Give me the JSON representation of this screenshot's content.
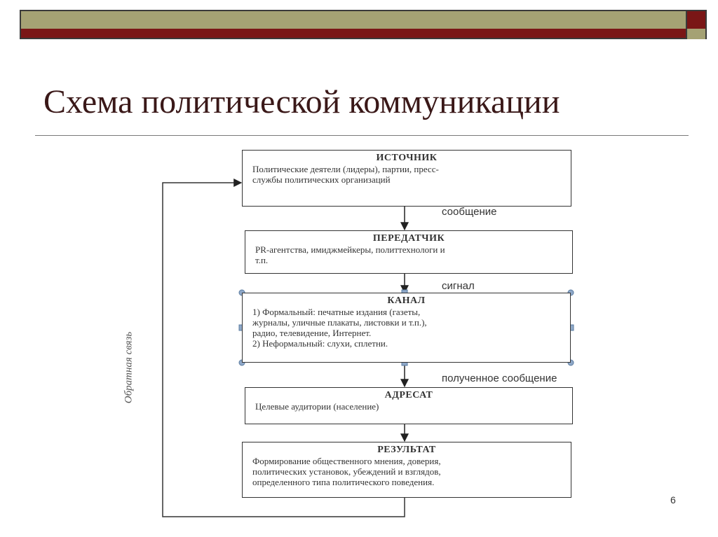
{
  "slide": {
    "title": "Схема политической коммуникации",
    "page_number": "6"
  },
  "diagram": {
    "nodes": [
      {
        "id": "source",
        "title": "ИСТОЧНИК",
        "lines": [
          "Политические деятели (лидеры), партии, пресс-",
          "службы политических организаций"
        ]
      },
      {
        "id": "transmitter",
        "title": "ПЕРЕДАТЧИК",
        "lines": [
          "PR-агентства, имиджмейкеры, политтехнологи и",
          "т.п."
        ]
      },
      {
        "id": "channel",
        "title": "КАНАЛ",
        "lines": [
          "1) Формальный: печатные издания (газеты,",
          "журналы, уличные плакаты, листовки и т.п.),",
          "радио, телевидение, Интернет.",
          "2) Неформальный: слухи, сплетни."
        ]
      },
      {
        "id": "addressee",
        "title": "АДРЕСАТ",
        "lines": [
          "Целевые аудитории (население)"
        ]
      },
      {
        "id": "result",
        "title": "РЕЗУЛЬТАТ",
        "lines": [
          "Формирование общественного мнения, доверия,",
          "политических установок, убеждений и взглядов,",
          "определенного типа политического поведения."
        ]
      }
    ],
    "edges": [
      {
        "from": "source",
        "to": "transmitter",
        "label": "сообщение"
      },
      {
        "from": "transmitter",
        "to": "channel",
        "label": "сигнал"
      },
      {
        "from": "channel",
        "to": "addressee",
        "label": "полученное сообщение"
      },
      {
        "from": "addressee",
        "to": "result",
        "label": ""
      },
      {
        "from": "result",
        "to": "source",
        "label": "Обратная связь"
      }
    ]
  }
}
